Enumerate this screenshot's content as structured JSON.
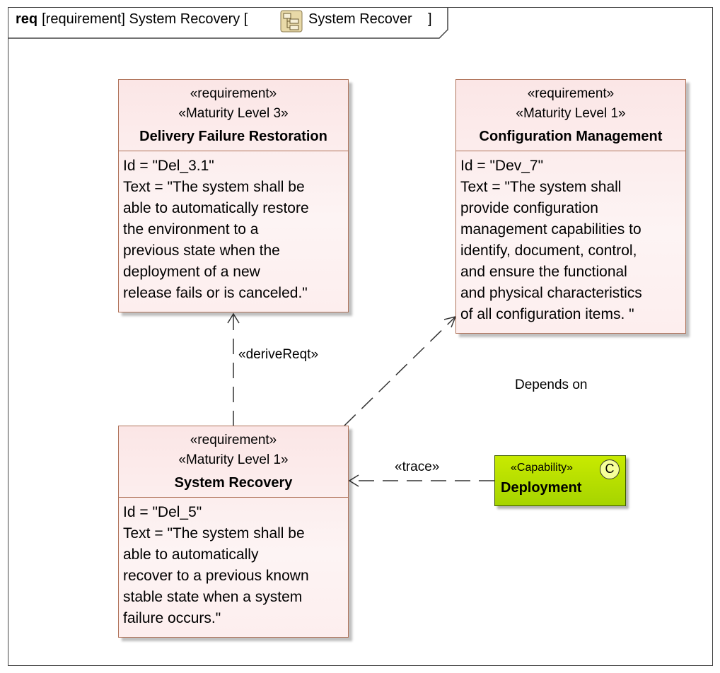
{
  "frame": {
    "keyword": "req",
    "title": "[requirement] System Recovery [",
    "diagram_name": "System Recover",
    "close_bracket": "]"
  },
  "requirements": [
    {
      "stereotype1": "«requirement»",
      "stereotype2": "«Maturity Level 3»",
      "name": "Delivery Failure Restoration",
      "lines": [
        "Id = \"Del_3.1\"",
        "Text = \"The system shall be",
        "able to automatically restore",
        "the environment to a",
        "previous state when the",
        "deployment of a new",
        "release fails or is canceled.\""
      ]
    },
    {
      "stereotype1": "«requirement»",
      "stereotype2": "«Maturity Level 1»",
      "name": "Configuration Management",
      "lines": [
        "Id = \"Dev_7\"",
        "Text = \"The system shall",
        "provide configuration",
        "management capabilities to",
        "identify, document, control,",
        "and ensure the functional",
        "and physical characteristics",
        "of all configuration items. \""
      ]
    },
    {
      "stereotype1": "«requirement»",
      "stereotype2": "«Maturity Level 1»",
      "name": "System Recovery",
      "lines": [
        "Id = \"Del_5\"",
        "Text = \"The system shall be",
        "able to automatically",
        "recover to a previous known",
        "stable state when a system",
        "failure occurs.\""
      ]
    }
  ],
  "capability": {
    "stereotype": "«Capability»",
    "name": "Deployment",
    "icon_letter": "C"
  },
  "relations": {
    "derive_label": "«deriveReqt»",
    "depends_label": "Depends on",
    "trace_label": "«trace»"
  },
  "colors": {
    "requirement_fill": "#fdf0f0",
    "requirement_border": "#b0735a",
    "capability_fill": "#b4dc00"
  }
}
